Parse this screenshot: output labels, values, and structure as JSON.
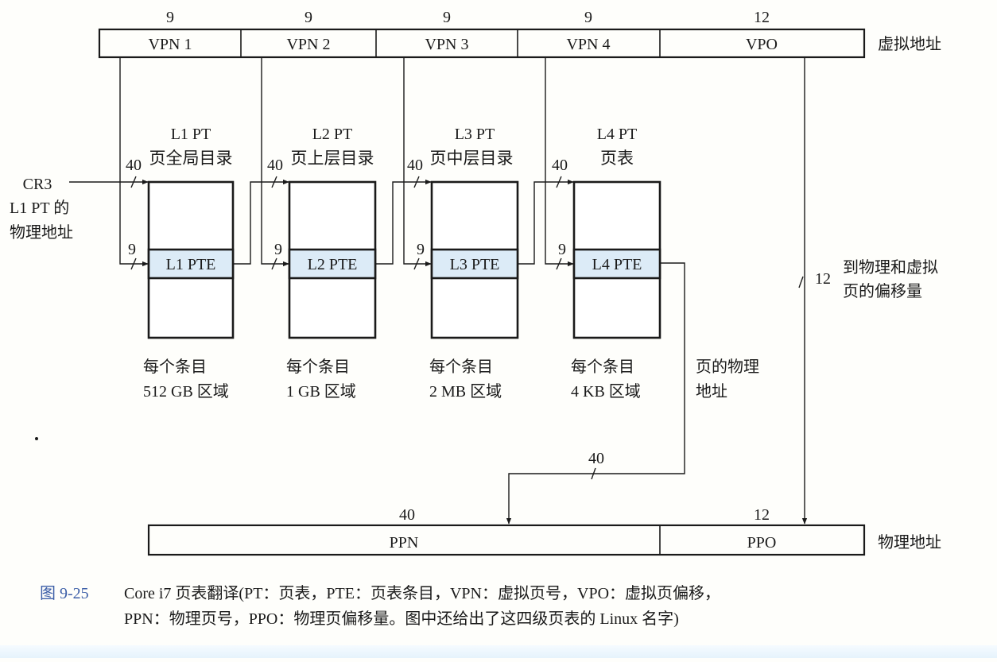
{
  "colors": {
    "line": "#1a1a1a",
    "pte_fill": "#dcebf7",
    "caption_label": "#3d5fa8",
    "background": "#fefefb"
  },
  "virtual_address": {
    "label": "虚拟地址",
    "fields": [
      {
        "name": "VPN 1",
        "bits": "9"
      },
      {
        "name": "VPN 2",
        "bits": "9"
      },
      {
        "name": "VPN 3",
        "bits": "9"
      },
      {
        "name": "VPN 4",
        "bits": "9"
      },
      {
        "name": "VPO",
        "bits": "12"
      }
    ]
  },
  "cr3": {
    "name": "CR3",
    "desc_line1": "L1 PT 的",
    "desc_line2": "物理地址"
  },
  "page_tables": [
    {
      "title": "L1 PT",
      "linux_name": "页全局目录",
      "pte": "L1 PTE",
      "in_bits": "40",
      "index_bits": "9",
      "region_line1": "每个条目",
      "region_line2": "512 GB 区域"
    },
    {
      "title": "L2 PT",
      "linux_name": "页上层目录",
      "pte": "L2 PTE",
      "in_bits": "40",
      "index_bits": "9",
      "region_line1": "每个条目",
      "region_line2": "1 GB 区域"
    },
    {
      "title": "L3 PT",
      "linux_name": "页中层目录",
      "pte": "L3 PTE",
      "in_bits": "40",
      "index_bits": "9",
      "region_line1": "每个条目",
      "region_line2": "2 MB 区域"
    },
    {
      "title": "L4 PT",
      "linux_name": "页表",
      "pte": "L4 PTE",
      "in_bits": "40",
      "index_bits": "9",
      "region_line1": "每个条目",
      "region_line2": "4 KB 区域"
    }
  ],
  "offset_path": {
    "bits": "12",
    "label_line1": "到物理和虚拟",
    "label_line2": "页的偏移量"
  },
  "ppn_path": {
    "bits": "40",
    "label_line1": "页的物理",
    "label_line2": "地址"
  },
  "physical_address": {
    "label": "物理地址",
    "fields": [
      {
        "name": "PPN",
        "bits": "40"
      },
      {
        "name": "PPO",
        "bits": "12"
      }
    ]
  },
  "caption": {
    "figure_label": "图 9-25",
    "line1": "Core i7 页表翻译(PT：页表，PTE：页表条目，VPN：虚拟页号，VPO：虚拟页偏移，",
    "line2": "PPN：物理页号，PPO：物理页偏移量。图中还给出了这四级页表的 Linux 名字)"
  }
}
